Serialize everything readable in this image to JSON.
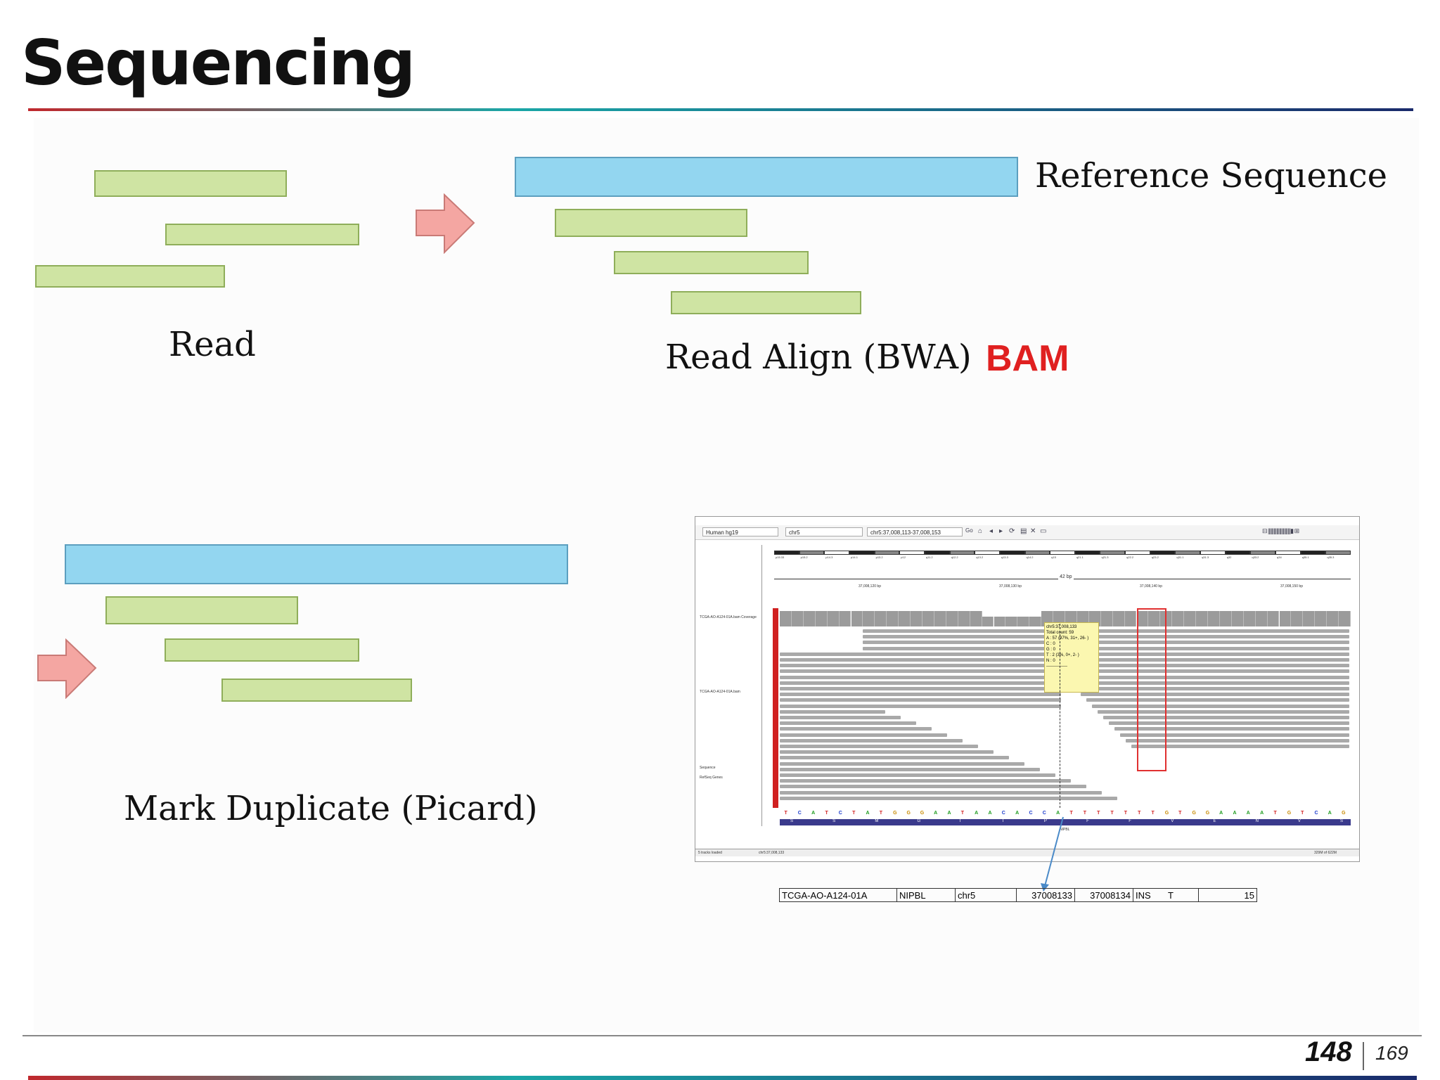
{
  "slide": {
    "title": "Sequencing",
    "page_current": "148",
    "page_total": "169"
  },
  "labels": {
    "read": "Read",
    "read_align": "Read Align (BWA)",
    "bam": "BAM",
    "reference": "Reference Sequence",
    "mark_duplicate": "Mark Duplicate (Picard)"
  },
  "igv": {
    "genome": "Human hg19",
    "chromosome": "chr5",
    "locus": "chr5:37,008,113-37,008,153",
    "go_label": "Go",
    "span_label": "42 bp",
    "ruler_ticks": [
      "37,008,120 bp",
      "37,008,130 bp",
      "37,008,140 bp",
      "37,008,150 bp"
    ],
    "track_coverage": "TCGA-AO-A124-01A.bam Coverage",
    "track_reads": "TCGA-AO-A124-01A.bam",
    "track_sequence": "Sequence",
    "track_refseq": "RefSeq Genes",
    "gene_name": "NIPBL",
    "popup_lines": [
      "chr5:37,008,133",
      "Total count: 59",
      "A : 57 (97%, 31+, 26- )",
      "C : 0",
      "G : 0",
      "T : 2 (3%, 0+, 2- )",
      "N : 0",
      "---------------"
    ],
    "status_tracks": "5 tracks loaded",
    "status_locus": "chr5:37,008,133",
    "status_mem": "329M of 622M",
    "sequence": [
      "T",
      "C",
      "A",
      "T",
      "C",
      "T",
      "A",
      "T",
      "G",
      "G",
      "G",
      "A",
      "A",
      "T",
      "A",
      "A",
      "C",
      "A",
      "C",
      "C",
      "A",
      "T",
      "T",
      "T",
      "T",
      "T",
      "T",
      "T",
      "G",
      "T",
      "G",
      "G",
      "A",
      "A",
      "A",
      "A",
      "T",
      "G",
      "T",
      "C",
      "A",
      "G"
    ],
    "amino_acids": [
      "S",
      "",
      "S",
      "",
      "M",
      "",
      "G",
      "",
      "I",
      "",
      "T",
      "",
      "P",
      "",
      "F",
      "",
      "F",
      "",
      "V",
      "",
      "E",
      "",
      "N",
      "",
      "V",
      "",
      "S"
    ],
    "cytobands": [
      "p15.33",
      "p15.2",
      "p14.3",
      "p14.1",
      "p13.2",
      "p12",
      "q11.2",
      "q12.2",
      "q13.2",
      "q13.3",
      "q14.2",
      "q15",
      "q21.1",
      "q21.3",
      "q22.2",
      "q23.2",
      "q31.1",
      "q31.3",
      "q32",
      "q33.2",
      "q34",
      "q35.1",
      "q35.3"
    ]
  },
  "variant_row": [
    "TCGA-AO-A124-01A",
    "NIPBL",
    "chr5",
    "37008133",
    "37008134",
    "INS",
    "T",
    "15"
  ],
  "colors": {
    "read_fill": "#cfe4a3",
    "reference_fill": "#93d6f0",
    "arrow": "#f4a6a2",
    "bam_text": "#e02020"
  }
}
